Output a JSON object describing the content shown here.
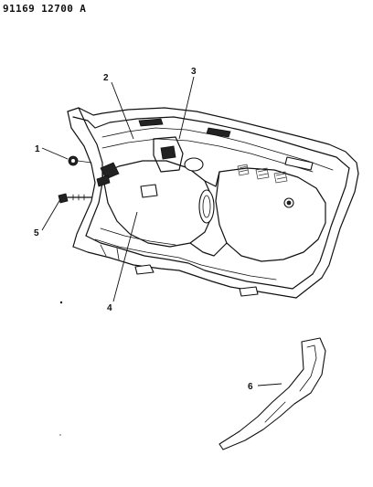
{
  "header": {
    "document_number": "91169 12700  A"
  },
  "callouts": [
    {
      "id": "callout-1",
      "label": "1"
    },
    {
      "id": "callout-2",
      "label": "2"
    },
    {
      "id": "callout-3",
      "label": "3"
    },
    {
      "id": "callout-4",
      "label": "4"
    },
    {
      "id": "callout-5",
      "label": "5"
    },
    {
      "id": "callout-6",
      "label": "6"
    }
  ]
}
